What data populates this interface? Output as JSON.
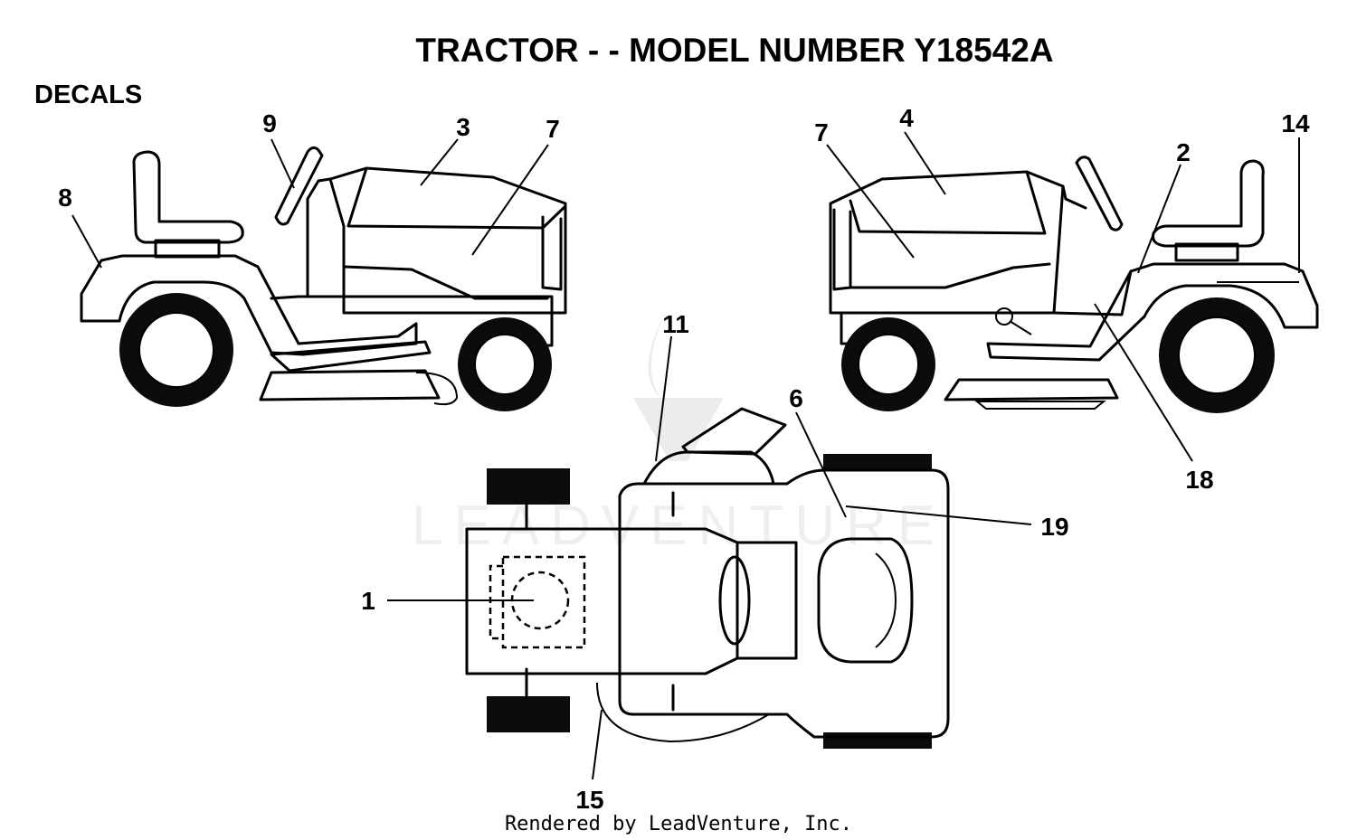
{
  "title": "TRACTOR - - MODEL NUMBER Y18542A",
  "section": "DECALS",
  "watermark": "LEADVENTURE",
  "footer": "Rendered by LeadVenture, Inc.",
  "callouts": {
    "c1": "1",
    "c2": "2",
    "c3": "3",
    "c4": "4",
    "c6": "6",
    "c7_left": "7",
    "c7_right": "7",
    "c8": "8",
    "c9": "9",
    "c11": "11",
    "c14": "14",
    "c15": "15",
    "c18": "18",
    "c19": "19"
  },
  "colors": {
    "ink": "#000000",
    "background": "#ffffff"
  }
}
